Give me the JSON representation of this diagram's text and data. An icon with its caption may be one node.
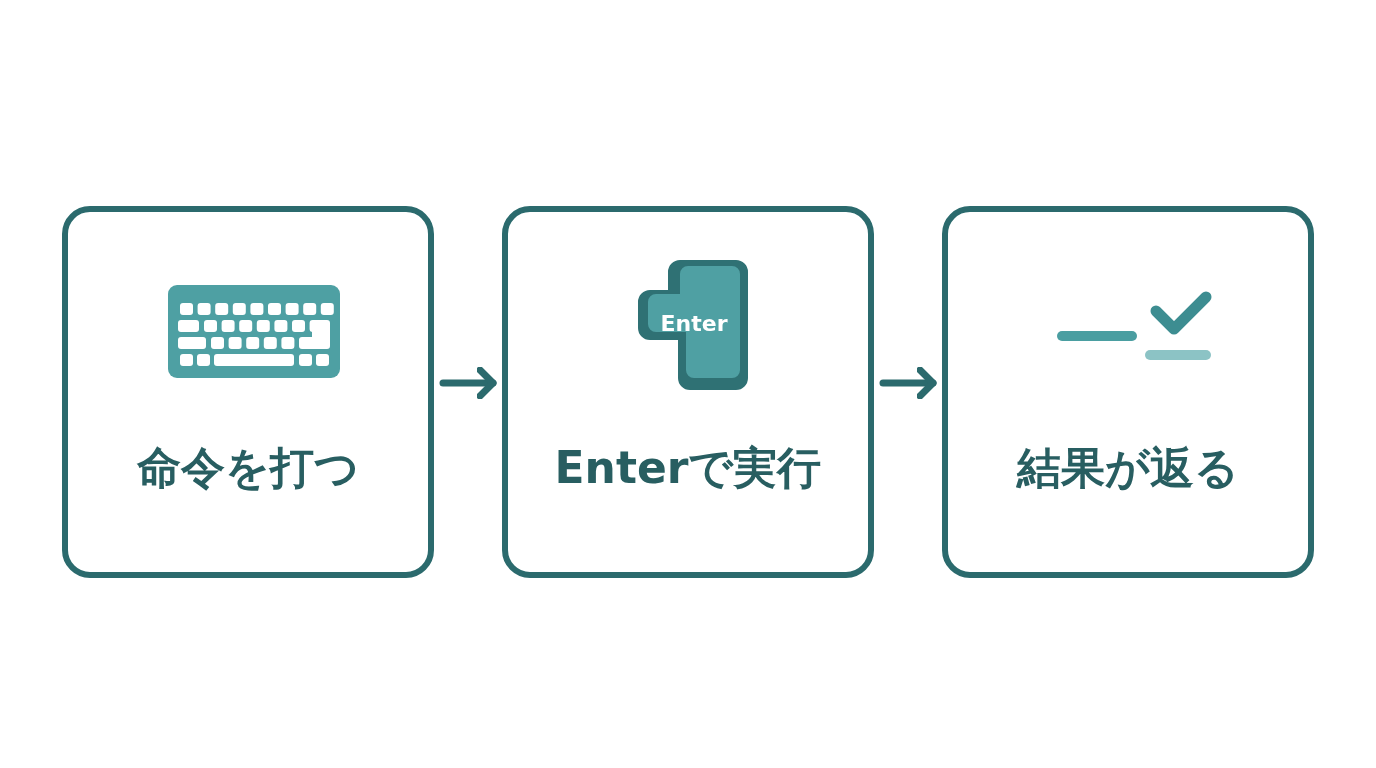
{
  "diagram": {
    "nodes": [
      {
        "text": [
          "命令を打つ"
        ]
      },
      {
        "text": [
          "Enter",
          "Enterで実行"
        ]
      },
      {
        "text": [
          "結果が返る"
        ]
      }
    ],
    "edges": [
      {
        "from": 0,
        "to": 1,
        "arrow": "to"
      },
      {
        "from": 1,
        "to": 2,
        "arrow": "to"
      }
    ]
  }
}
